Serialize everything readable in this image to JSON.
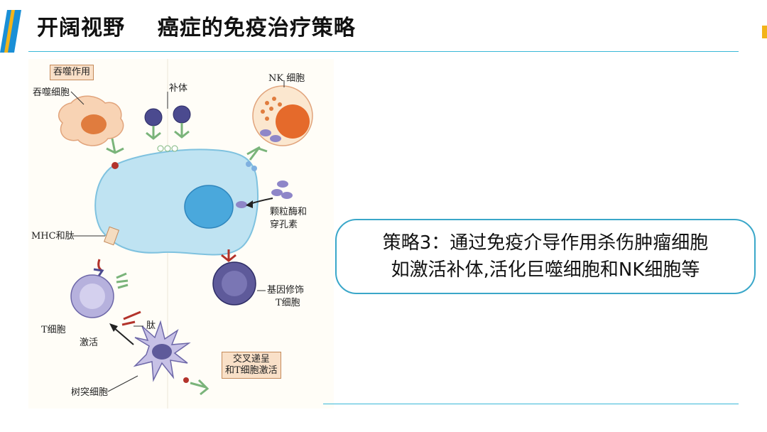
{
  "slide": {
    "title": "开阔视野    癌症的免疫治疗策略",
    "strategy_line1": "策略3：通过免疫介导作用杀伤肿瘤细胞",
    "strategy_line2": "如激活补体,活化巨噬细胞和NK细胞等"
  },
  "figure": {
    "labels": {
      "phagocytosis_box": "吞噬作用",
      "macrophage": "吞噬细胞",
      "complement": "补体",
      "nk_cell": "NK 细胞",
      "granzyme": "颗粒酶和",
      "perforin": "穿孔素",
      "mhc": "MHC和肽",
      "t_cell": "T细胞",
      "activate": "激活",
      "peptide": "肽",
      "engineered_line1": "基因修饰",
      "engineered_line2": "T细胞",
      "dendritic": "树突细胞",
      "cross_line1": "交叉递呈",
      "cross_line2": "和T细胞激活"
    }
  },
  "colors": {
    "accent_blue": "#1a8fd6",
    "accent_yellow": "#f3b41a",
    "rule": "#39b8d8",
    "box_border": "#3aa7c9",
    "tumor_cell": "#bfe3f2",
    "nucleus": "#4aa8dc"
  }
}
